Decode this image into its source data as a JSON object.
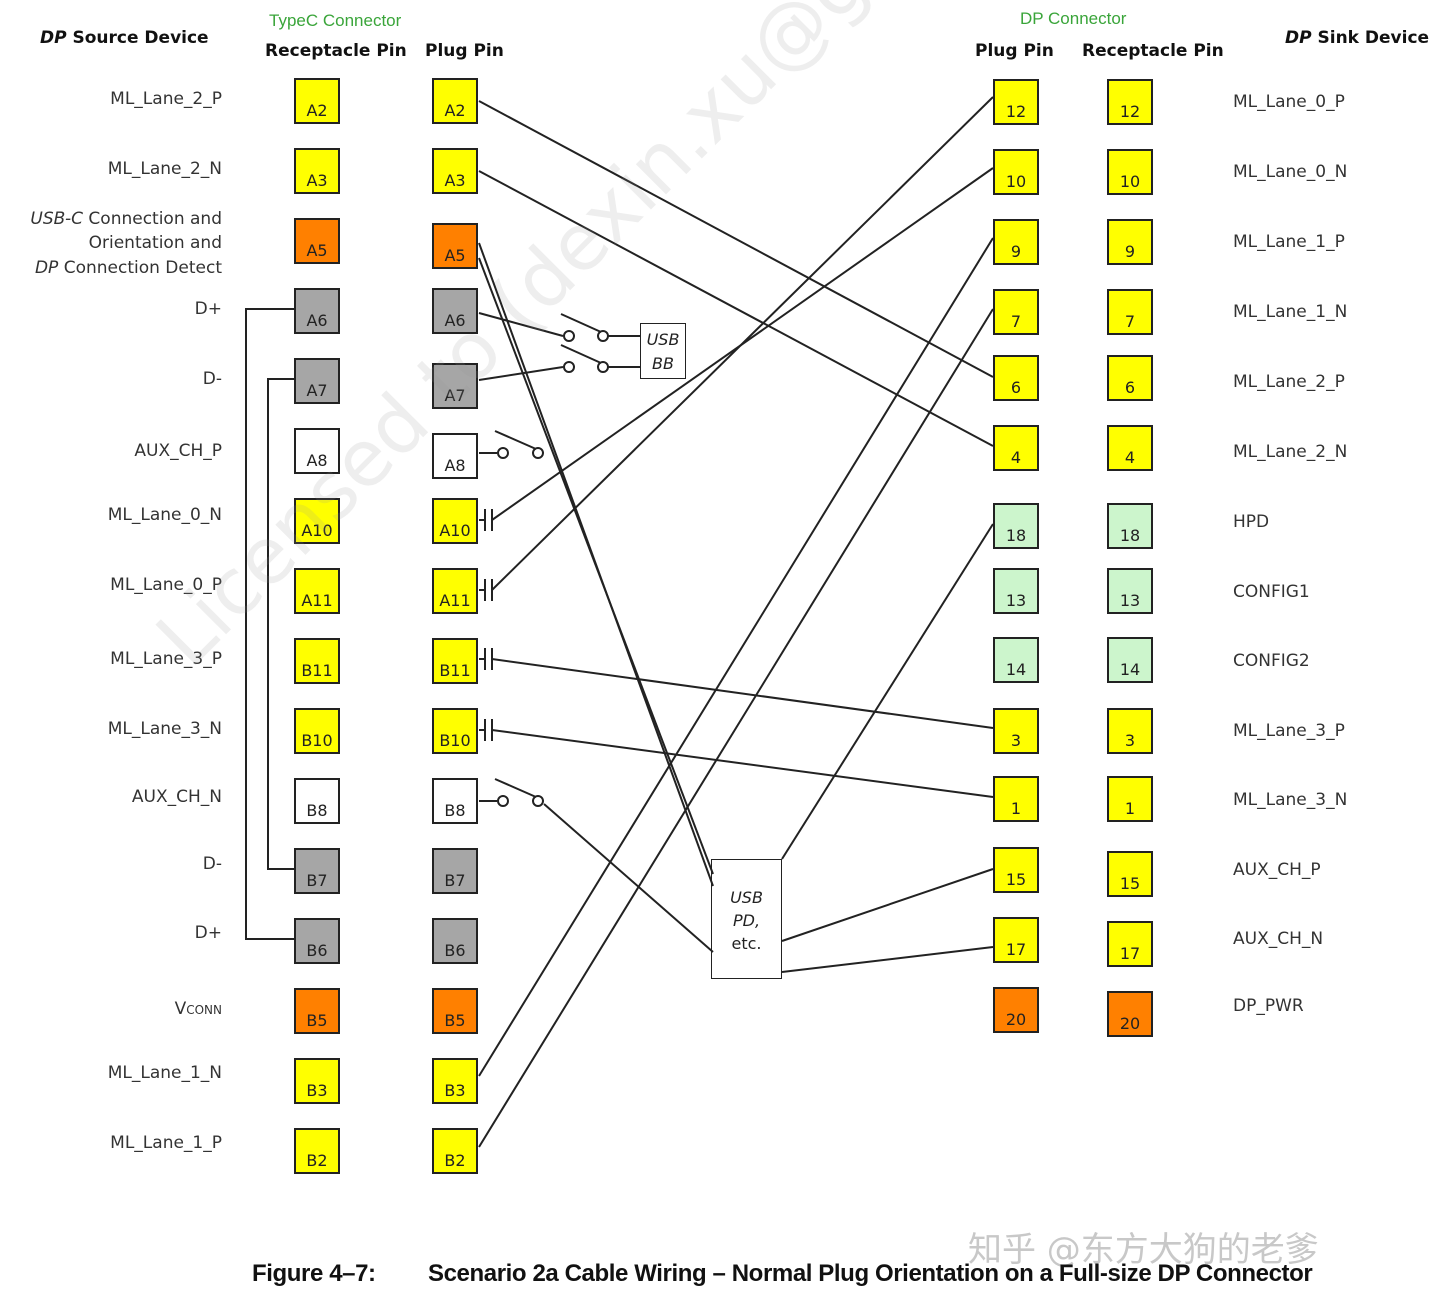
{
  "headers": {
    "source_device": "DP Source Device",
    "sink_device": "DP Sink Device",
    "typec_group": "TypeC Connector",
    "dp_group": "DP Connector",
    "receptacle_pin_left": "Receptacle Pin",
    "plug_pin_left": "Plug Pin",
    "plug_pin_right": "Plug Pin",
    "receptacle_pin_right": "Receptacle Pin"
  },
  "source_signals": [
    "ML_Lane_2_P",
    "ML_Lane_2_N",
    "USB-C Connection and",
    "Orientation and",
    "DP Connection Detect",
    "D+",
    "D-",
    "AUX_CH_P",
    "ML_Lane_0_N",
    "ML_Lane_0_P",
    "ML_Lane_3_P",
    "ML_Lane_3_N",
    "AUX_CH_N",
    "D-",
    "D+",
    "VCONN",
    "ML_Lane_1_N",
    "ML_Lane_1_P"
  ],
  "typec_pins": [
    {
      "pin": "A2",
      "color": "#ffff00"
    },
    {
      "pin": "A3",
      "color": "#ffff00"
    },
    {
      "pin": "A5",
      "color": "#ff8000"
    },
    {
      "pin": "A6",
      "color": "#a6a6a6"
    },
    {
      "pin": "A7",
      "color": "#a6a6a6"
    },
    {
      "pin": "A8",
      "color": "#ffffff"
    },
    {
      "pin": "A10",
      "color": "#ffff00"
    },
    {
      "pin": "A11",
      "color": "#ffff00"
    },
    {
      "pin": "B11",
      "color": "#ffff00"
    },
    {
      "pin": "B10",
      "color": "#ffff00"
    },
    {
      "pin": "B8",
      "color": "#ffffff"
    },
    {
      "pin": "B7",
      "color": "#a6a6a6"
    },
    {
      "pin": "B6",
      "color": "#a6a6a6"
    },
    {
      "pin": "B5",
      "color": "#ff8000"
    },
    {
      "pin": "B3",
      "color": "#ffff00"
    },
    {
      "pin": "B2",
      "color": "#ffff00"
    }
  ],
  "dp_pins": [
    {
      "pin": "12",
      "color": "#ffff00"
    },
    {
      "pin": "10",
      "color": "#ffff00"
    },
    {
      "pin": "9",
      "color": "#ffff00"
    },
    {
      "pin": "7",
      "color": "#ffff00"
    },
    {
      "pin": "6",
      "color": "#ffff00"
    },
    {
      "pin": "4",
      "color": "#ffff00"
    },
    {
      "pin": "18",
      "color": "#ccf5cc"
    },
    {
      "pin": "13",
      "color": "#ccf5cc"
    },
    {
      "pin": "14",
      "color": "#ccf5cc"
    },
    {
      "pin": "3",
      "color": "#ffff00"
    },
    {
      "pin": "1",
      "color": "#ffff00"
    },
    {
      "pin": "15",
      "color": "#ffff00"
    },
    {
      "pin": "17",
      "color": "#ffff00"
    },
    {
      "pin": "20",
      "color": "#ff8000"
    }
  ],
  "sink_signals": [
    "ML_Lane_0_P",
    "ML_Lane_0_N",
    "ML_Lane_1_P",
    "ML_Lane_1_N",
    "ML_Lane_2_P",
    "ML_Lane_2_N",
    "HPD",
    "CONFIG1",
    "CONFIG2",
    "ML_Lane_3_P",
    "ML_Lane_3_N",
    "AUX_CH_P",
    "AUX_CH_N",
    "DP_PWR"
  ],
  "boxes": {
    "usb_bb": [
      "USB",
      "BB"
    ],
    "usb_pd": [
      "USB",
      "PD,",
      "etc."
    ]
  },
  "caption": {
    "number": "Figure 4–7:",
    "title": "Scenario 2a Cable Wiring – Normal Plug Orientation on a Full-size DP Connector"
  },
  "watermarks": {
    "diagonal": "Licensed to (dexin.xu@guasemi.com)",
    "corner": "知乎 @东方大狗的老爹"
  }
}
